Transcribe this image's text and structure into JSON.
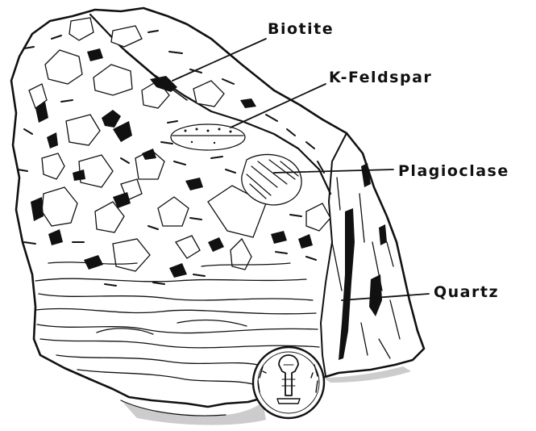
{
  "labels": {
    "biotite": "Biotite",
    "kfeldspar": "K-Feldspar",
    "plagioclase": "Plagioclase",
    "quartz": "Quartz"
  },
  "colors": {
    "ink": "#111111",
    "paper": "#ffffff"
  },
  "icons": {
    "scale_reference": "coin-icon"
  }
}
